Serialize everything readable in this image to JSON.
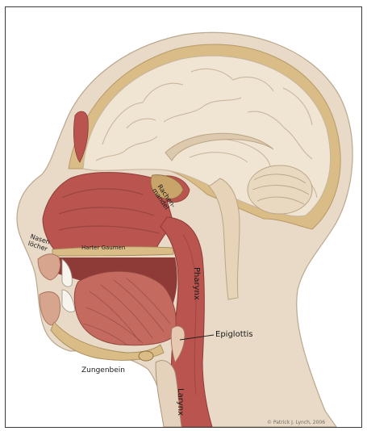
{
  "labels": {
    "nasenloecher": [
      "Nasen",
      "löcher"
    ],
    "harter_gaumen": "Harter Gaumen",
    "pharynx": "Pharynx",
    "epiglottis": "Epiglottis",
    "zungenbein": "Zungenbein",
    "larynx": "Larynx",
    "rachenmandel": [
      "Rachen-",
      "mandel"
    ]
  },
  "credit": "© Patrick J. Lynch, 2006",
  "colors": {
    "skin": "#e8dac6",
    "bone": "#d9bc86",
    "cavity": "#b9554e",
    "cavity_dark": "#8e3a37",
    "muscle": "#c46a5e",
    "brain": "#f0e4d3",
    "brain_line": "#c9b79d"
  }
}
